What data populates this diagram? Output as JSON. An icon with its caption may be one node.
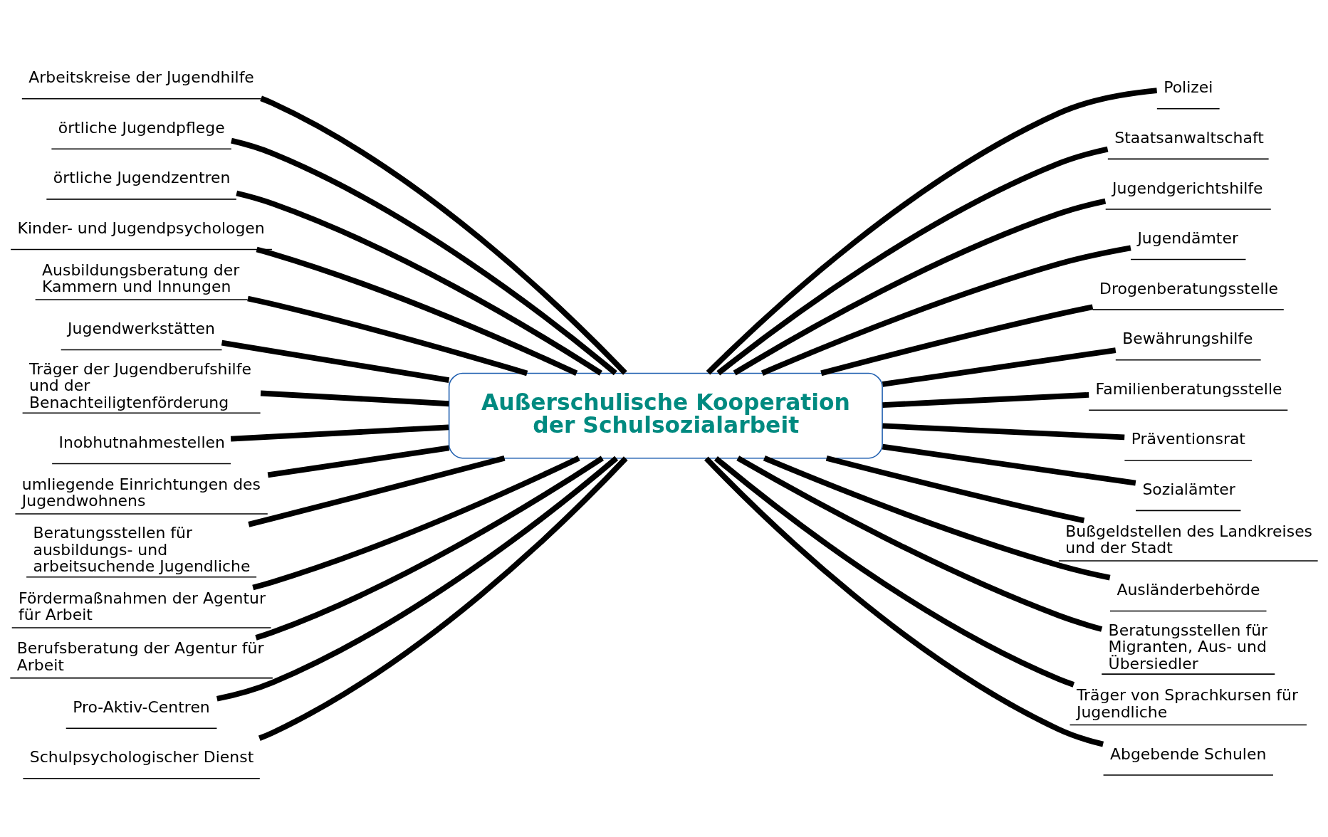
{
  "diagram": {
    "nodes": [
      {
        "text": [
          "Außerschulische Kooperation der Schulsozialarbeit"
        ]
      },
      {
        "text": [
          "Arbeitskreise der Jugendhilfe"
        ]
      },
      {
        "text": [
          "örtliche Jugendpflege"
        ]
      },
      {
        "text": [
          "örtliche Jugendzentren"
        ]
      },
      {
        "text": [
          "Kinder- und Jugendpsychologen"
        ]
      },
      {
        "text": [
          "Ausbildungsberatung der Kammern und Innungen"
        ]
      },
      {
        "text": [
          "Jugendwerkstätten"
        ]
      },
      {
        "text": [
          "Träger der Jugendberufshilfe und der Benachteiligtenförderung"
        ]
      },
      {
        "text": [
          "Inobhutnahmestellen"
        ]
      },
      {
        "text": [
          "umliegende Einrichtungen des Jugendwohnens"
        ]
      },
      {
        "text": [
          "Beratungsstellen für ausbildungs- und arbeitsuchende Jugendliche"
        ]
      },
      {
        "text": [
          "Fördermaßnahmen der Agentur für Arbeit"
        ]
      },
      {
        "text": [
          "Berufsberatung der Agentur für Arbeit"
        ]
      },
      {
        "text": [
          "Pro-Aktiv-Centren"
        ]
      },
      {
        "text": [
          "Schulpsychologischer Dienst"
        ]
      },
      {
        "text": [
          "Polizei"
        ]
      },
      {
        "text": [
          "Staatsanwaltschaft"
        ]
      },
      {
        "text": [
          "Jugendgerichtshilfe"
        ]
      },
      {
        "text": [
          "Jugendämter"
        ]
      },
      {
        "text": [
          "Drogenberatungsstelle"
        ]
      },
      {
        "text": [
          "Bewährungshilfe"
        ]
      },
      {
        "text": [
          "Familienberatungsstelle"
        ]
      },
      {
        "text": [
          "Präventionsrat"
        ]
      },
      {
        "text": [
          "Sozialämter"
        ]
      },
      {
        "text": [
          "Bußgeldstellen des Landkreises und der Stadt"
        ]
      },
      {
        "text": [
          "Ausländerbehörde"
        ]
      },
      {
        "text": [
          "Beratungsstellen für Migranten, Aus- und Übersiedler"
        ]
      },
      {
        "text": [
          "Träger von Sprachkursen für Jugendliche"
        ]
      },
      {
        "text": [
          "Abgebende Schulen"
        ]
      }
    ],
    "edges": [
      {
        "from": 1,
        "to": 0,
        "arrow": "none"
      },
      {
        "from": 2,
        "to": 0,
        "arrow": "none"
      },
      {
        "from": 3,
        "to": 0,
        "arrow": "none"
      },
      {
        "from": 4,
        "to": 0,
        "arrow": "none"
      },
      {
        "from": 5,
        "to": 0,
        "arrow": "none"
      },
      {
        "from": 6,
        "to": 0,
        "arrow": "none"
      },
      {
        "from": 7,
        "to": 0,
        "arrow": "none"
      },
      {
        "from": 8,
        "to": 0,
        "arrow": "none"
      },
      {
        "from": 9,
        "to": 0,
        "arrow": "none"
      },
      {
        "from": 10,
        "to": 0,
        "arrow": "none"
      },
      {
        "from": 11,
        "to": 0,
        "arrow": "none"
      },
      {
        "from": 12,
        "to": 0,
        "arrow": "none"
      },
      {
        "from": 13,
        "to": 0,
        "arrow": "none"
      },
      {
        "from": 14,
        "to": 0,
        "arrow": "none"
      },
      {
        "from": 0,
        "to": 15,
        "arrow": "none"
      },
      {
        "from": 0,
        "to": 16,
        "arrow": "none"
      },
      {
        "from": 0,
        "to": 17,
        "arrow": "none"
      },
      {
        "from": 0,
        "to": 18,
        "arrow": "none"
      },
      {
        "from": 0,
        "to": 19,
        "arrow": "none"
      },
      {
        "from": 0,
        "to": 20,
        "arrow": "none"
      },
      {
        "from": 0,
        "to": 21,
        "arrow": "none"
      },
      {
        "from": 0,
        "to": 22,
        "arrow": "none"
      },
      {
        "from": 0,
        "to": 23,
        "arrow": "none"
      },
      {
        "from": 0,
        "to": 24,
        "arrow": "none"
      },
      {
        "from": 0,
        "to": 25,
        "arrow": "none"
      },
      {
        "from": 0,
        "to": 26,
        "arrow": "none"
      },
      {
        "from": 0,
        "to": 27,
        "arrow": "none"
      },
      {
        "from": 0,
        "to": 28,
        "arrow": "none"
      }
    ]
  }
}
